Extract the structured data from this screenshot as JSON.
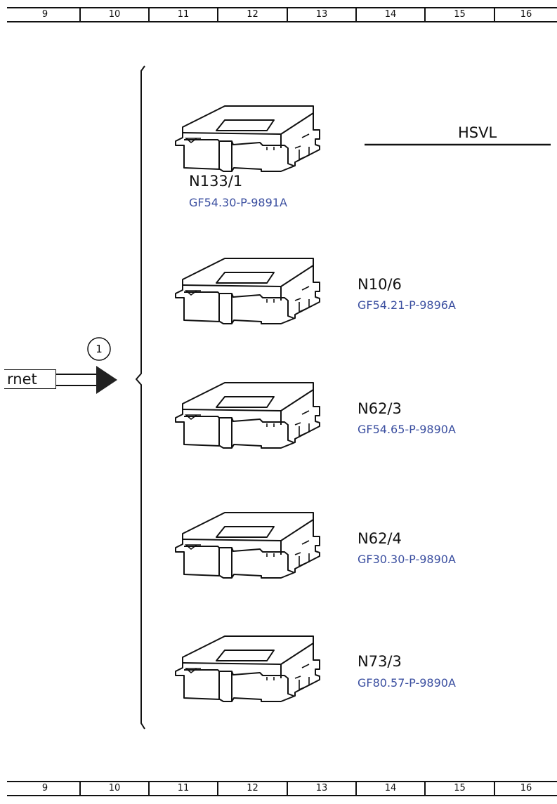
{
  "ruler": {
    "top": [
      "9",
      "10",
      "11",
      "12",
      "13",
      "14",
      "15",
      "16"
    ],
    "bottom": [
      "9",
      "10",
      "11",
      "12",
      "13",
      "14",
      "15",
      "16"
    ]
  },
  "bus": {
    "label": "HSVL"
  },
  "input": {
    "label": "rnet",
    "callout": "1"
  },
  "components": [
    {
      "name": "N133/1",
      "ref": "GF54.30-P-9891A"
    },
    {
      "name": "N10/6",
      "ref": "GF54.21-P-9896A"
    },
    {
      "name": "N62/3",
      "ref": "GF54.65-P-9890A"
    },
    {
      "name": "N62/4",
      "ref": "GF30.30-P-9890A"
    },
    {
      "name": "N73/3",
      "ref": "GF80.57-P-9890A"
    }
  ],
  "colors": {
    "line": "#111111",
    "ref_text": "#3b4fa0"
  },
  "icons": {
    "module": "control-unit-icon",
    "arrow": "arrow-right-icon",
    "brace": "brace-icon"
  }
}
